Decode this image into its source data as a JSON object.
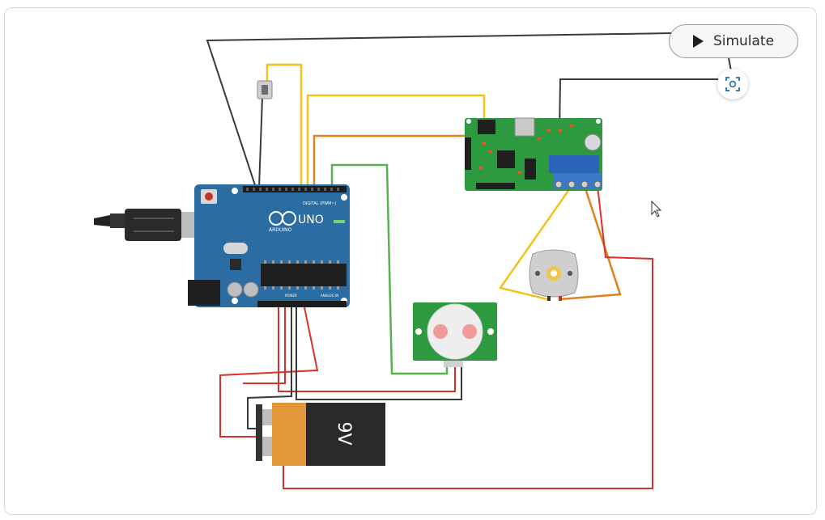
{
  "toolbar": {
    "simulate_label": "Simulate",
    "simulate_icon": "play-icon",
    "focus_icon": "zoom-to-fit-icon"
  },
  "components": {
    "arduino": {
      "brand": "ARDUINO",
      "model": "UNO",
      "header_digital": "DIGITAL (PWM~)",
      "header_power": "POWER",
      "header_analog": "ANALOG IN"
    },
    "battery": {
      "label": "9V"
    },
    "motor": {
      "name": "dc-motor"
    },
    "pir": {
      "name": "pir-sensor"
    },
    "driver": {
      "name": "motor-driver-board"
    },
    "button": {
      "name": "pushbutton"
    }
  },
  "colors": {
    "board_blue": "#2b6ca3",
    "pcb_green": "#2e9a3f",
    "wire_black": "#3a3a3a",
    "wire_red": "#d9302c",
    "wire_yellow": "#f2c21b",
    "wire_orange": "#e0821c",
    "wire_green": "#58b24f"
  }
}
